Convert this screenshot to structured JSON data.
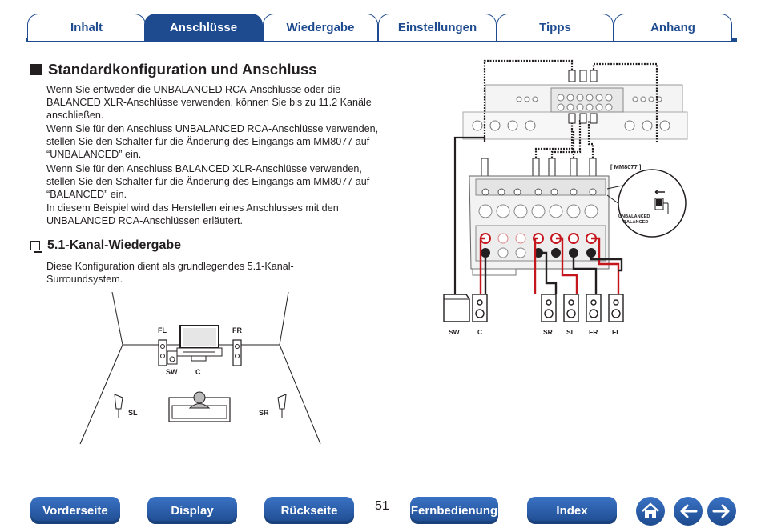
{
  "tabs": [
    {
      "label": "Inhalt"
    },
    {
      "label": "Anschlüsse"
    },
    {
      "label": "Wiedergabe"
    },
    {
      "label": "Einstellungen"
    },
    {
      "label": "Tipps"
    },
    {
      "label": "Anhang"
    }
  ],
  "section": {
    "title": "Standardkonfiguration und Anschluss",
    "paragraphs": [
      "Wenn Sie entweder die UNBALANCED RCA-Anschlüsse oder die BALANCED XLR-Anschlüsse verwenden, können Sie bis zu 11.2 Kanäle anschließen.",
      "Wenn Sie für den Anschluss UNBALANCED RCA-Anschlüsse verwenden, stellen Sie den Schalter für die Änderung des Eingangs am MM8077 auf “UNBALANCED” ein.",
      "Wenn Sie für den Anschluss BALANCED XLR-Anschlüsse verwenden, stellen Sie den Schalter für die Änderung des Eingangs am MM8077 auf “BALANCED” ein.",
      "In diesem Beispiel wird das Herstellen eines Anschlusses mit den UNBALANCED RCA-Anschlüssen erläutert."
    ]
  },
  "subsection": {
    "title": "5.1-Kanal-Wiedergabe",
    "text": "Diese Konfiguration dient als grundlegendes 5.1-Kanal-Surroundsystem."
  },
  "room_labels": {
    "fl": "FL",
    "fr": "FR",
    "sw": "SW",
    "c": "C",
    "sl": "SL",
    "sr": "SR"
  },
  "diagram": {
    "amp_label": "[ MM8077 ]",
    "switch_unbalanced": "UNBALANCED",
    "switch_balanced": "BALANCED",
    "speakers": [
      "SW",
      "C",
      "SR",
      "SL",
      "FR",
      "FL"
    ]
  },
  "nav": {
    "vorderseite": "Vorderseite",
    "display": "Display",
    "rueckseite": "Rückseite",
    "page": "51",
    "fernbedienung": "Fernbedienung",
    "index": "Index"
  },
  "icons": {
    "home": "home-icon",
    "back": "arrow-left-icon",
    "forward": "arrow-right-icon"
  },
  "colors": {
    "brand": "#1e4b8f",
    "cable_red": "#c4161c"
  }
}
